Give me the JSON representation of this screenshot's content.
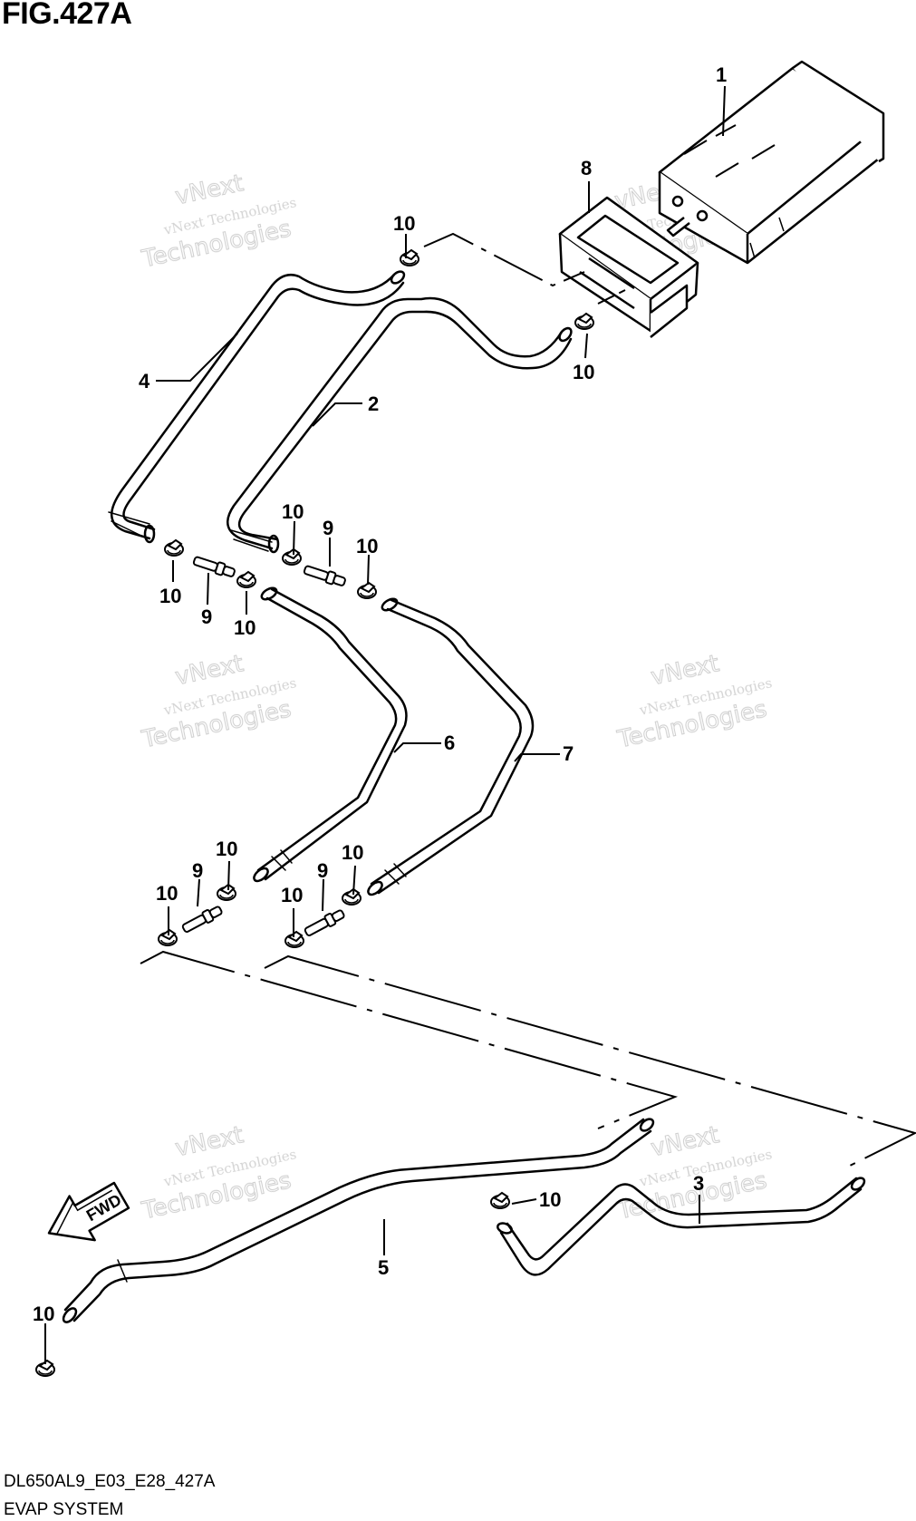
{
  "figure": {
    "title": "FIG.427A",
    "code": "DL650AL9_E03_E28_427A",
    "caption": "EVAP SYSTEM"
  },
  "watermark": {
    "line1": "vNext",
    "line2": "vNext Technologies",
    "line3": "Technologies"
  },
  "fwd_arrow": {
    "label": "FWD"
  },
  "callouts": [
    {
      "id": "c1",
      "text": "1"
    },
    {
      "id": "c8",
      "text": "8"
    },
    {
      "id": "c10a",
      "text": "10"
    },
    {
      "id": "c10b",
      "text": "10"
    },
    {
      "id": "c4",
      "text": "4"
    },
    {
      "id": "c2",
      "text": "2"
    },
    {
      "id": "c10c",
      "text": "10"
    },
    {
      "id": "c9a",
      "text": "9"
    },
    {
      "id": "c10d",
      "text": "10"
    },
    {
      "id": "c10e",
      "text": "10"
    },
    {
      "id": "c9b",
      "text": "9"
    },
    {
      "id": "c10f",
      "text": "10"
    },
    {
      "id": "c6",
      "text": "6"
    },
    {
      "id": "c7",
      "text": "7"
    },
    {
      "id": "c10g",
      "text": "10"
    },
    {
      "id": "c9c",
      "text": "9"
    },
    {
      "id": "c10h",
      "text": "10"
    },
    {
      "id": "c10i",
      "text": "10"
    },
    {
      "id": "c9d",
      "text": "9"
    },
    {
      "id": "c10j",
      "text": "10"
    },
    {
      "id": "c10k",
      "text": "10"
    },
    {
      "id": "c3",
      "text": "3"
    },
    {
      "id": "c5",
      "text": "5"
    },
    {
      "id": "c10l",
      "text": "10"
    }
  ]
}
